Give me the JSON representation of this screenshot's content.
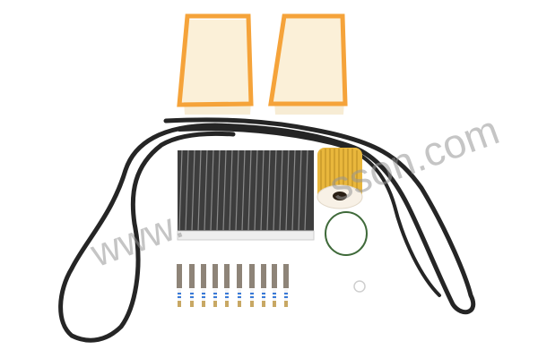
{
  "image": {
    "description": "Maintenance service kit product photo on white background",
    "background_color": "#ffffff",
    "items": [
      {
        "name": "engine air filter",
        "count": 2,
        "color": "#f5a33a"
      },
      {
        "name": "serpentine drive belt",
        "count": 2,
        "color": "#222222"
      },
      {
        "name": "cabin charcoal filter",
        "count": 1,
        "color": "#3a3a3a"
      },
      {
        "name": "oil filter cartridge",
        "count": 1,
        "color": "#e8b83a"
      },
      {
        "name": "o-ring seal",
        "count": 1,
        "color": "#3f6a3a"
      },
      {
        "name": "drain plug washer",
        "count": 1,
        "color": "#cccccc"
      },
      {
        "name": "spark plug",
        "count": 10,
        "color": "#9a8c7a"
      }
    ]
  },
  "watermark": {
    "left_text": "www.",
    "right_text": "sson.com",
    "color": "#969696"
  }
}
